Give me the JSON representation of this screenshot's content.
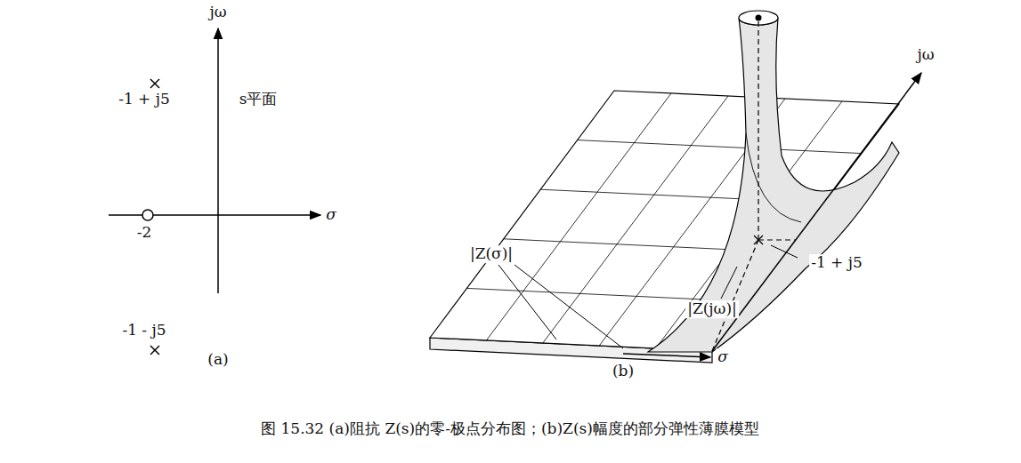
{
  "diagram": {
    "caption": "图 15.32 (a)阻抗 Z(s)的零-极点分布图；(b)Z(s)幅度的部分弹性薄膜模型",
    "labels": [
      "jω",
      "-1 + j5",
      "s平面",
      "σ",
      "-2",
      "-1 - j5",
      "(a)",
      "|Z(σ)|",
      "jω",
      "-1 + j5",
      "|Z(jω)|",
      "σ",
      "(b)"
    ]
  }
}
